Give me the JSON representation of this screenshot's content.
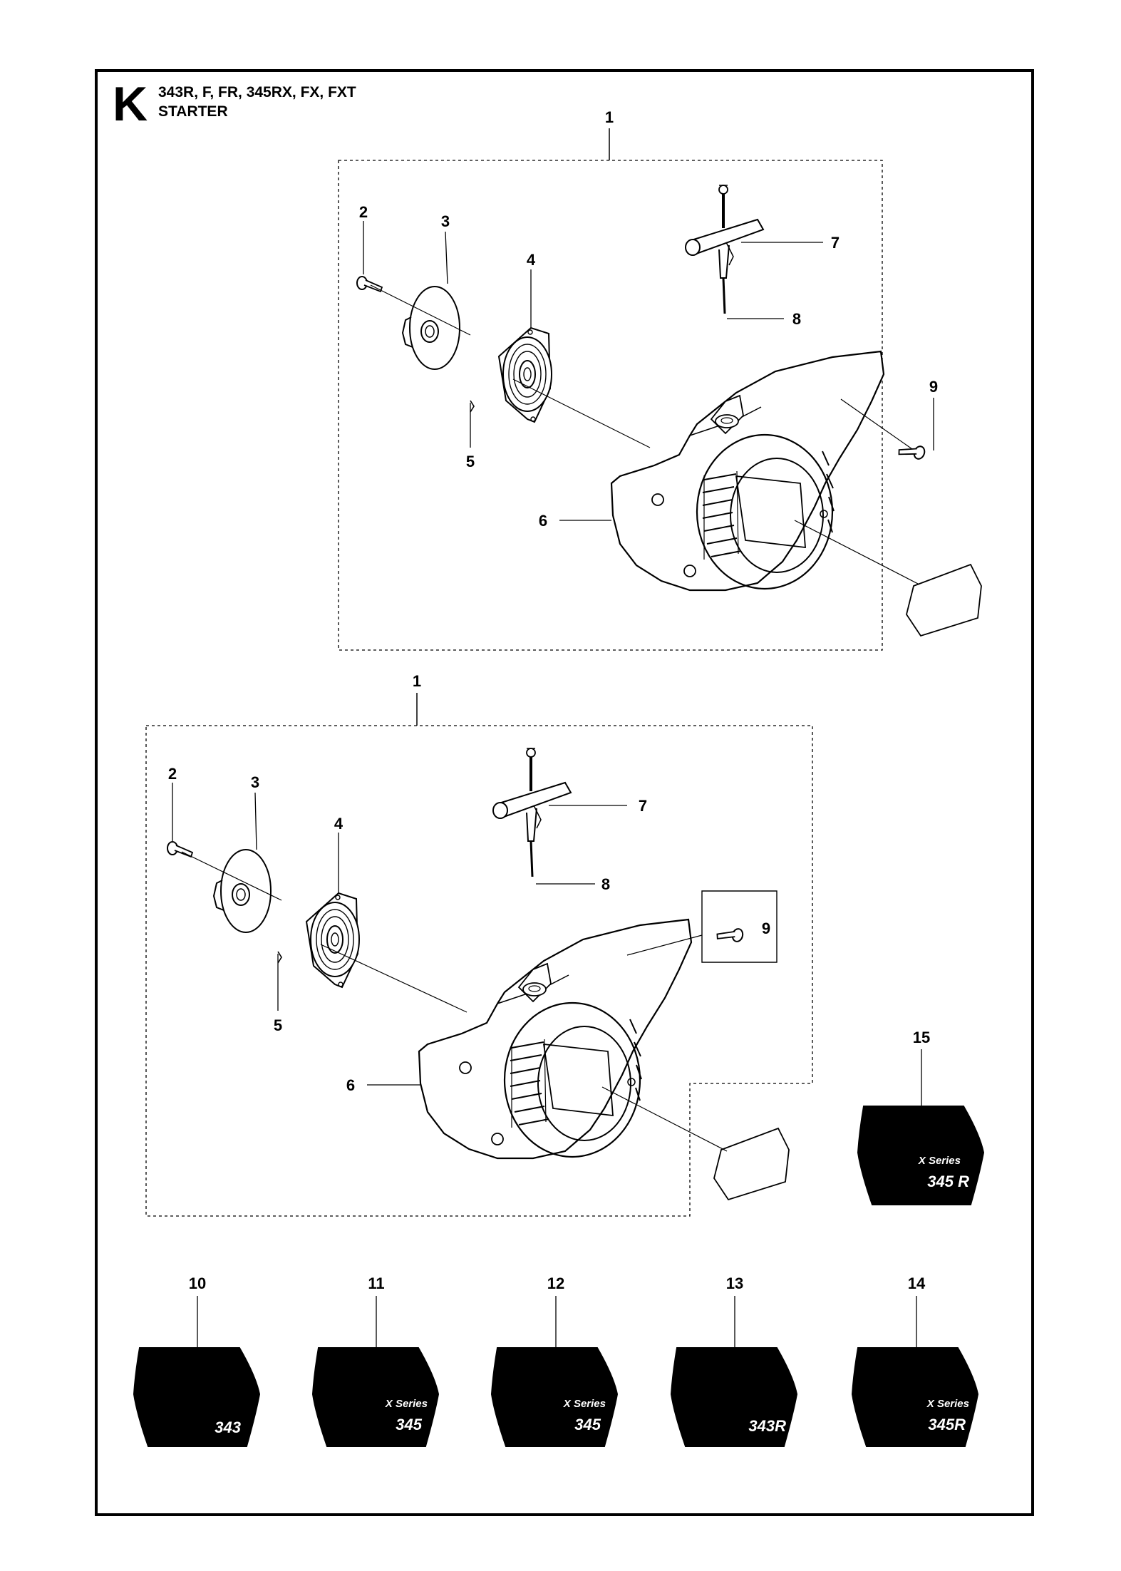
{
  "header": {
    "section_letter": "K",
    "models": "343R, F, FR, 345RX, FX, FXT",
    "name": "STARTER"
  },
  "callouts": {
    "upper": [
      "1",
      "2",
      "3",
      "4",
      "5",
      "6",
      "7",
      "8",
      "9"
    ],
    "lower": [
      "1",
      "2",
      "3",
      "4",
      "5",
      "6",
      "7",
      "8",
      "9"
    ],
    "decals": [
      "15",
      "10",
      "11",
      "12",
      "13",
      "14"
    ]
  },
  "decal_text": {
    "d15": {
      "series": "X Series",
      "model": "345 R"
    },
    "d10": {
      "series": "",
      "model": "343"
    },
    "d11": {
      "series": "X Series",
      "model": "345"
    },
    "d12": {
      "series": "X Series",
      "model": "345"
    },
    "d13": {
      "series": "",
      "model": "343R"
    },
    "d14": {
      "series": "X Series",
      "model": "345R"
    }
  },
  "colors": {
    "ink": "#000000",
    "paper": "#ffffff",
    "decal_fill": "#000000",
    "decal_text": "#ffffff"
  }
}
